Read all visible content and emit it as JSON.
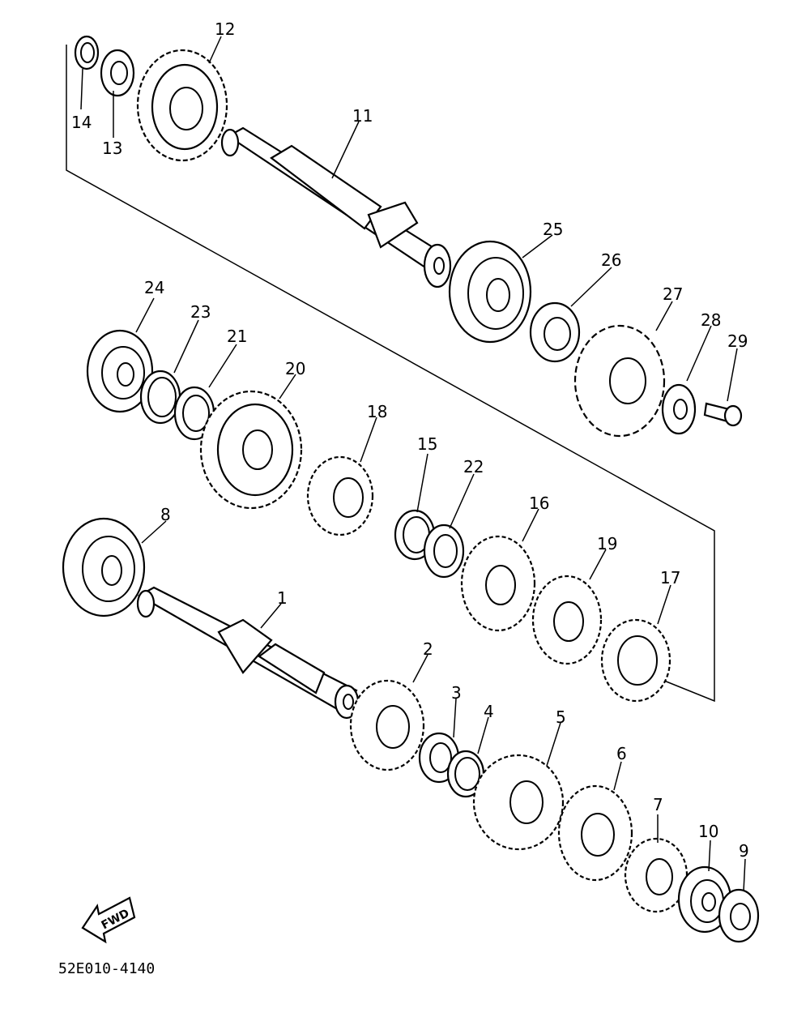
{
  "diagram": {
    "part_numbers": [
      "1",
      "2",
      "3",
      "4",
      "5",
      "6",
      "7",
      "8",
      "9",
      "10",
      "11",
      "12",
      "13",
      "14",
      "15",
      "16",
      "17",
      "18",
      "19",
      "20",
      "21",
      "22",
      "23",
      "24",
      "25",
      "26",
      "27",
      "28",
      "29"
    ],
    "direction_label": "FWD",
    "drawing_code": "52E010-4140"
  }
}
